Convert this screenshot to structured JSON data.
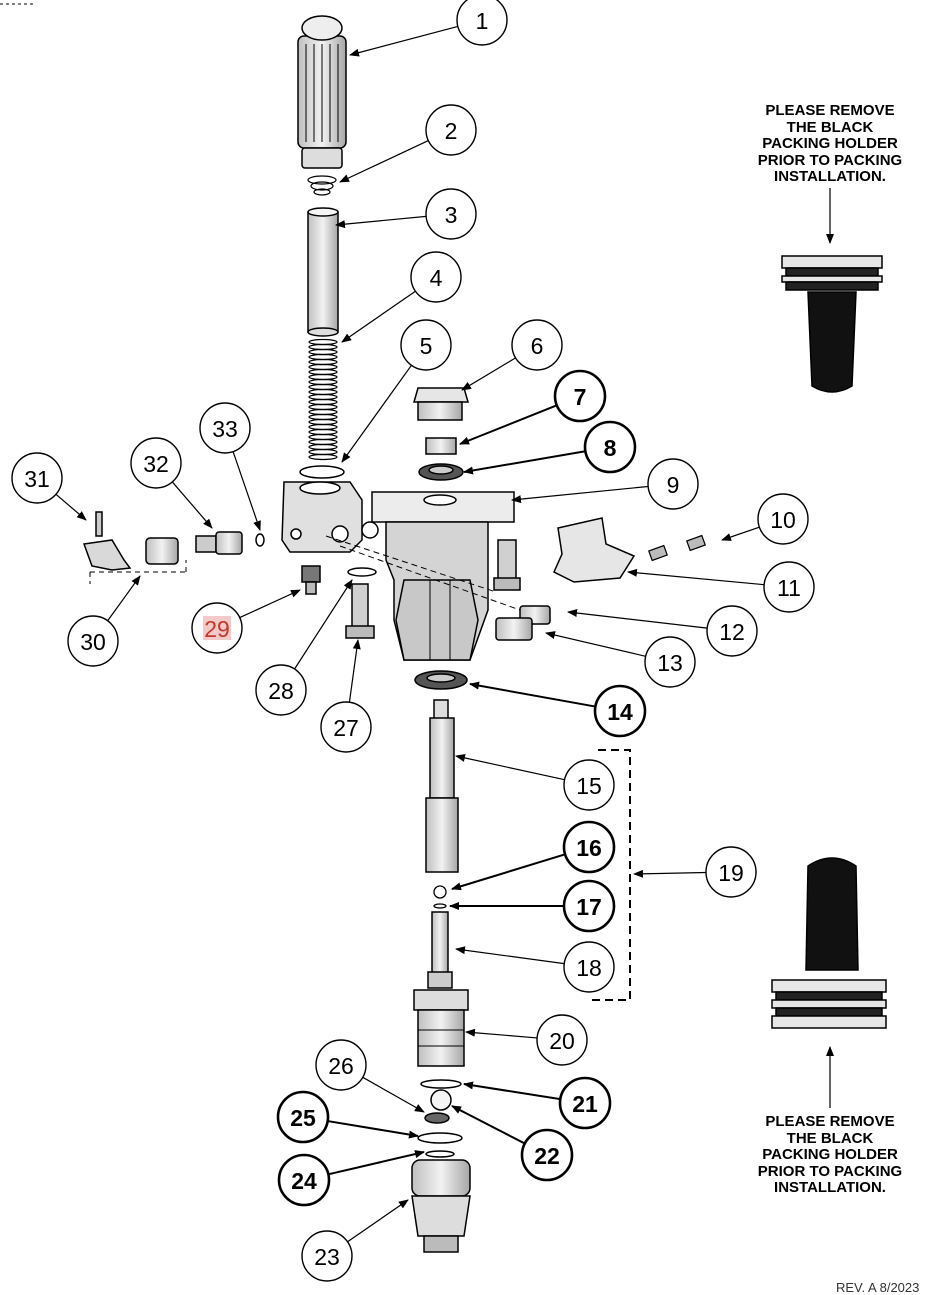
{
  "notes": {
    "top": "PLEASE REMOVE\nTHE BLACK\nPACKING HOLDER\nPRIOR TO PACKING\nINSTALLATION.",
    "bottom": "PLEASE REMOVE\nTHE BLACK\nPACKING HOLDER\nPRIOR TO PACKING\nINSTALLATION."
  },
  "revision": "REV. A 8/2023",
  "colors": {
    "line": "#000000",
    "part_fill": "#d9d9d9",
    "packing": "#111111",
    "highlight_bg": "#f4c9c9",
    "highlight_text": "#c0392b"
  },
  "callouts": [
    {
      "num": "1",
      "bold": false
    },
    {
      "num": "2",
      "bold": false
    },
    {
      "num": "3",
      "bold": false
    },
    {
      "num": "4",
      "bold": false
    },
    {
      "num": "5",
      "bold": false
    },
    {
      "num": "6",
      "bold": false
    },
    {
      "num": "7",
      "bold": true
    },
    {
      "num": "8",
      "bold": true
    },
    {
      "num": "9",
      "bold": false
    },
    {
      "num": "10",
      "bold": false
    },
    {
      "num": "11",
      "bold": false
    },
    {
      "num": "12",
      "bold": false
    },
    {
      "num": "13",
      "bold": false
    },
    {
      "num": "14",
      "bold": true
    },
    {
      "num": "15",
      "bold": false
    },
    {
      "num": "16",
      "bold": true
    },
    {
      "num": "17",
      "bold": true
    },
    {
      "num": "18",
      "bold": false
    },
    {
      "num": "19",
      "bold": false
    },
    {
      "num": "20",
      "bold": false
    },
    {
      "num": "21",
      "bold": true
    },
    {
      "num": "22",
      "bold": true
    },
    {
      "num": "23",
      "bold": false
    },
    {
      "num": "24",
      "bold": true
    },
    {
      "num": "25",
      "bold": true
    },
    {
      "num": "26",
      "bold": false
    },
    {
      "num": "27",
      "bold": false
    },
    {
      "num": "28",
      "bold": false
    },
    {
      "num": "29",
      "bold": false,
      "highlighted": true
    },
    {
      "num": "30",
      "bold": false
    },
    {
      "num": "31",
      "bold": false
    },
    {
      "num": "32",
      "bold": false
    },
    {
      "num": "33",
      "bold": false
    }
  ]
}
